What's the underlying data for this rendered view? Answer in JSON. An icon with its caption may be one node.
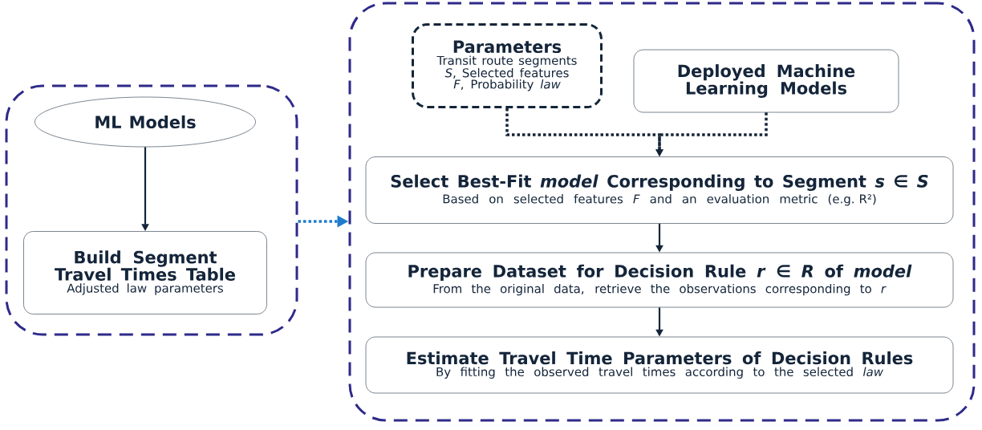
{
  "diagram": {
    "nodes": [
      {
        "text": [],
        "shape": "box"
      },
      {
        "text": [
          "ML Models"
        ],
        "in": 0
      },
      {
        "text": [
          "Build Segment Travel Times Table",
          "Adjusted law parameters"
        ],
        "in": 0
      },
      {
        "text": [],
        "shape": "box"
      },
      {
        "text": [
          "Parameters",
          "Transit route segments *S*, Selected features *F*, Probability *law*"
        ],
        "in": 3
      },
      {
        "text": [
          "Deployed Machine Learning Models"
        ],
        "in": 3
      },
      {
        "text": [
          "Select Best-Fit *model* Corresponding to Segment *s* ∈ *S*",
          "Based on selected features *F* and an evaluation metric (e.g. R²)"
        ],
        "in": 3
      },
      {
        "text": [
          "Prepare Dataset for Decision Rule *r* ∈ *R* of *model*",
          "From the original data, retrieve the observations corresponding to *r*"
        ],
        "in": 3
      },
      {
        "text": [
          "Estimate Travel Time Parameters of Decision Rules",
          "By fitting the observed travel times according to the selected *law*"
        ],
        "in": 3
      }
    ],
    "edges": [
      {
        "from": 1,
        "to": 2,
        "arrow": "to"
      },
      {
        "from": 0,
        "to": 3,
        "arrow": "to",
        "style": "dashed",
        "color": "#1f7ccc"
      },
      {
        "from": 4,
        "to": 6,
        "arrow": "to",
        "style": "dashed"
      },
      {
        "from": 5,
        "to": 6,
        "arrow": "to",
        "style": "dashed"
      },
      {
        "from": 6,
        "to": 7,
        "arrow": "to"
      },
      {
        "from": 7,
        "to": 8,
        "arrow": "to"
      }
    ]
  }
}
